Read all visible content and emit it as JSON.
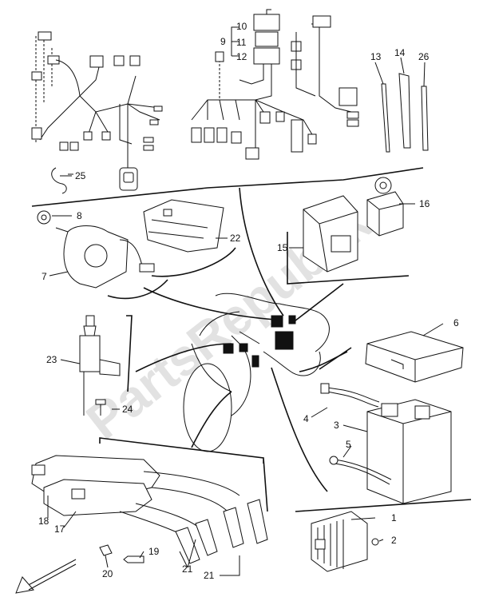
{
  "watermark": {
    "text": "PartsRepublik"
  },
  "labels": {
    "p1": "1",
    "p2": "2",
    "p3": "3",
    "p4": "4",
    "p5": "5",
    "p6": "6",
    "p7": "7",
    "p8": "8",
    "p9": "9",
    "p10": "10",
    "p11": "11",
    "p12": "12",
    "p13": "13",
    "p14": "14",
    "p15": "15",
    "p16": "16",
    "p17": "17",
    "p18": "18",
    "p19": "19",
    "p20": "20",
    "p21a": "21",
    "p21b": "21",
    "p22": "22",
    "p23": "23",
    "p24": "24",
    "p25": "25",
    "p26": "26"
  },
  "colors": {
    "line": "#111111",
    "watermark": "#d3d3d3",
    "background": "#ffffff"
  }
}
